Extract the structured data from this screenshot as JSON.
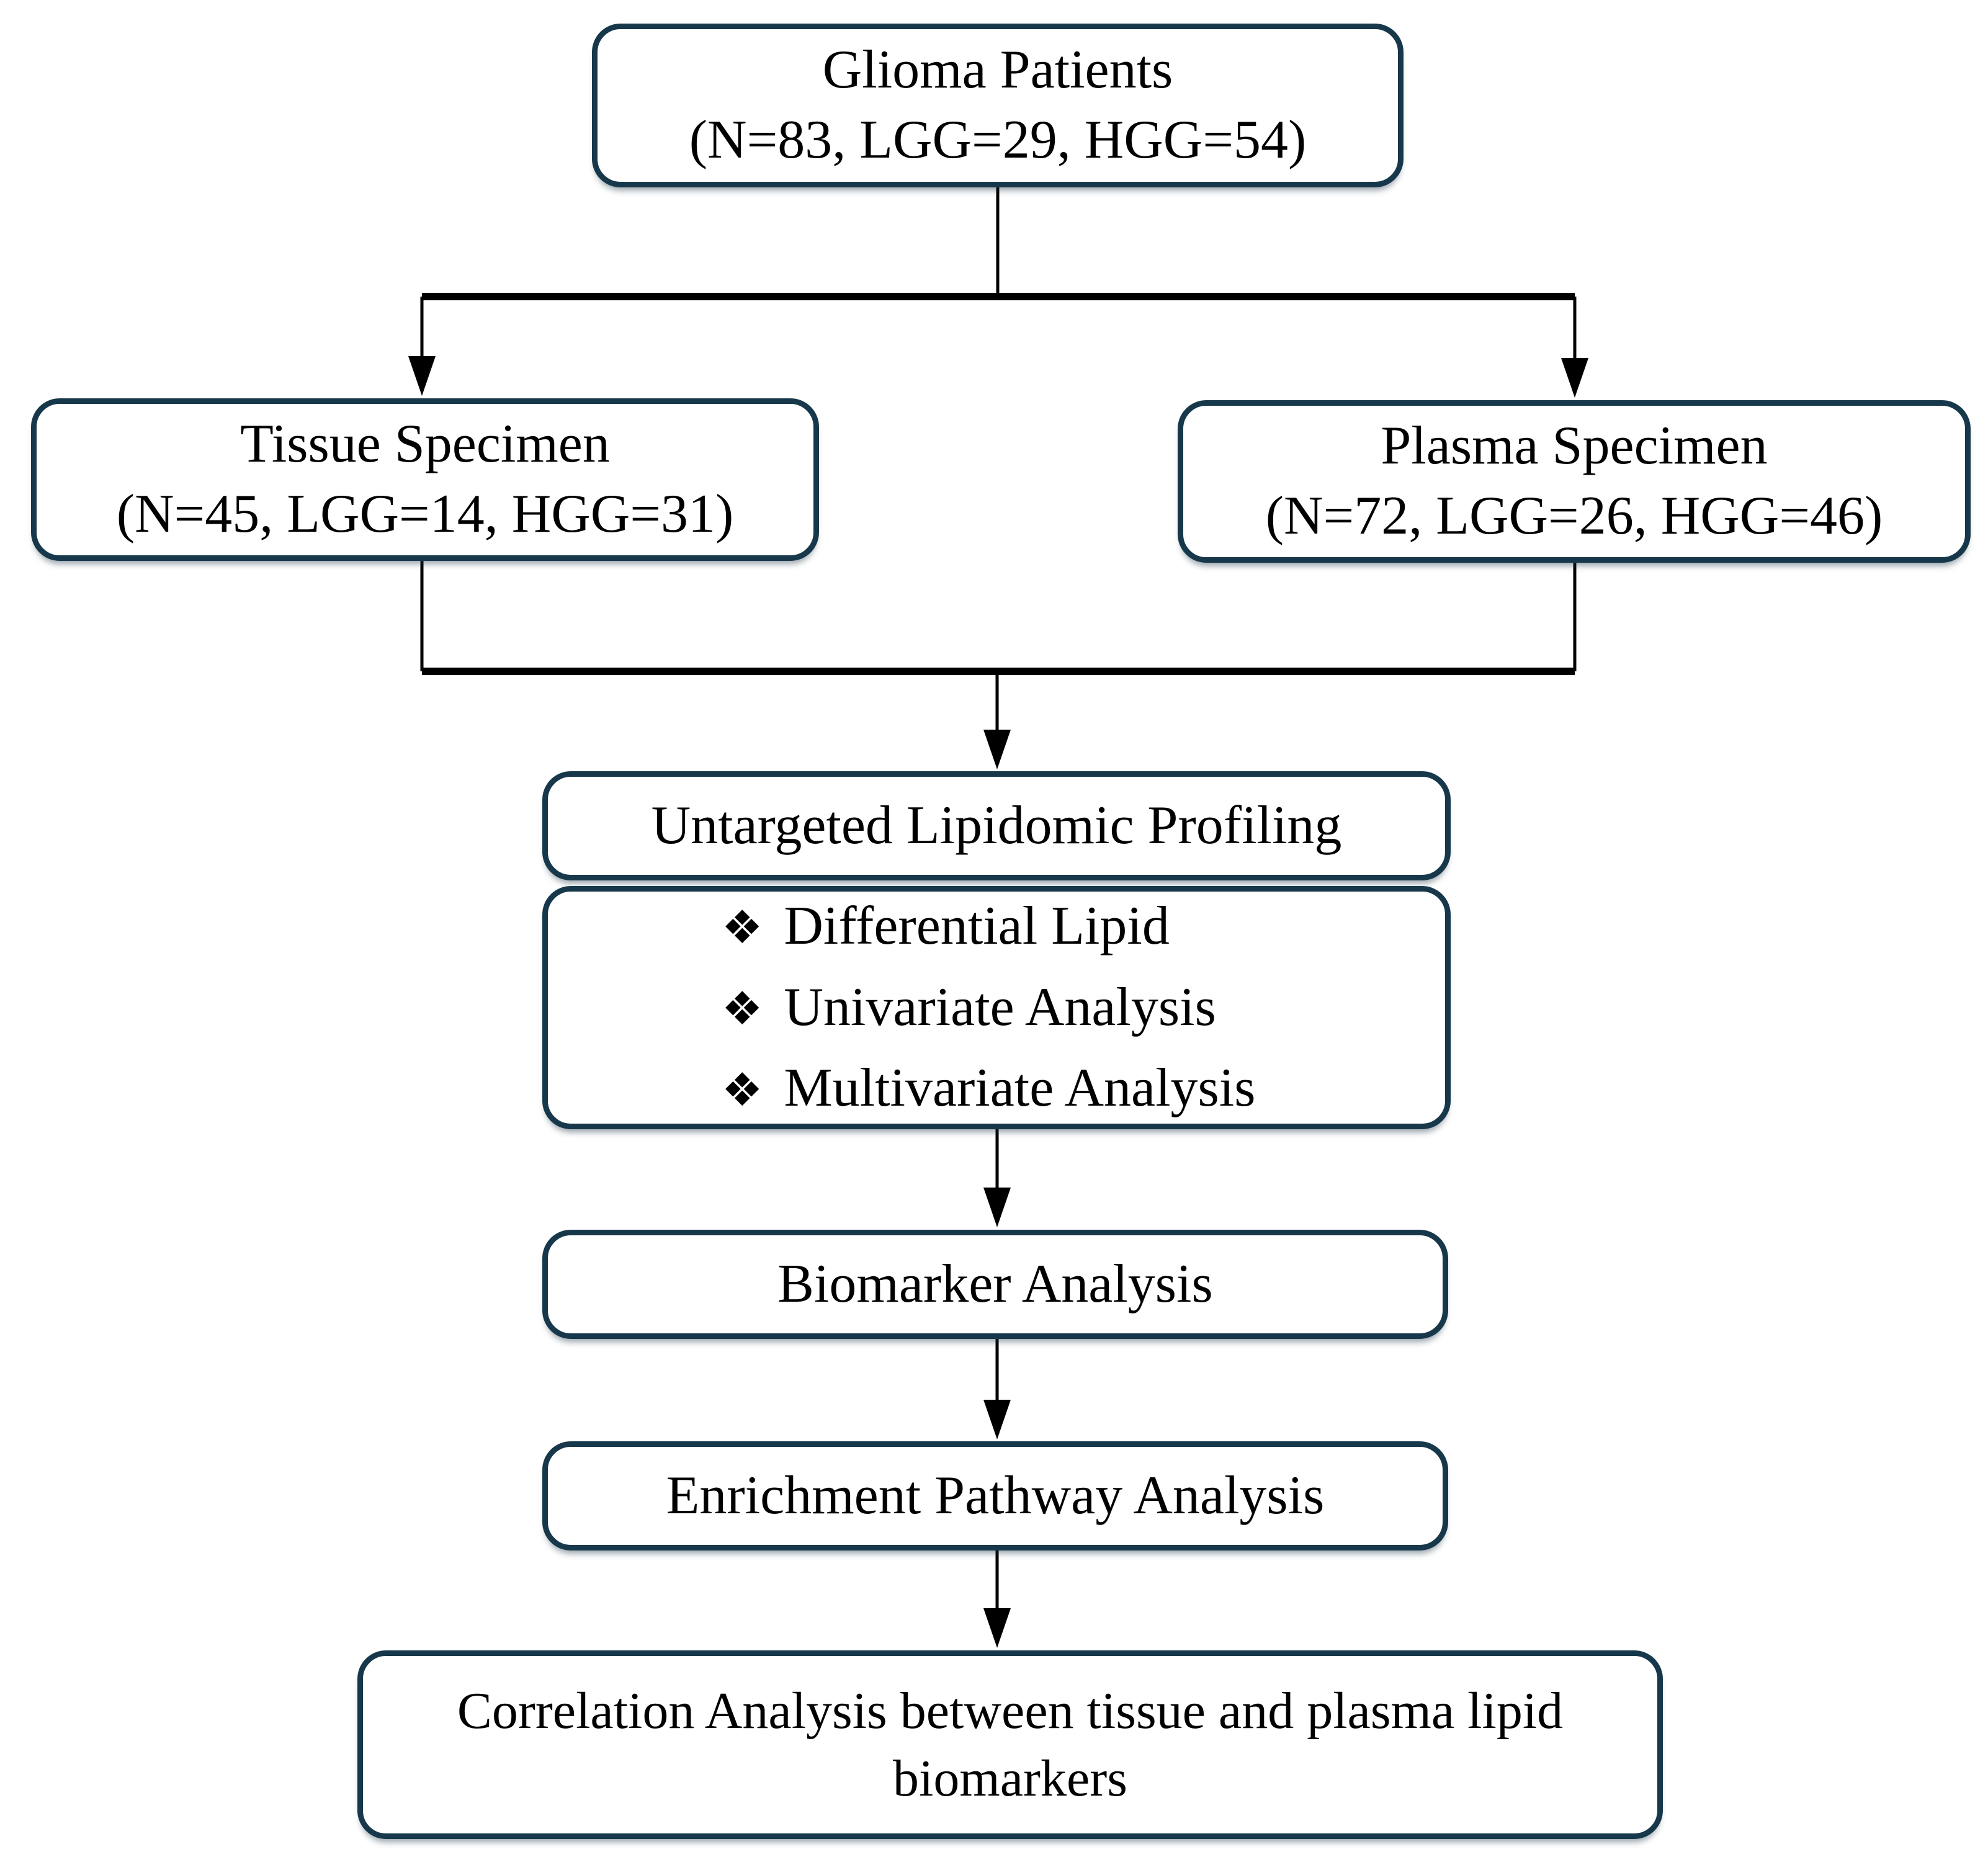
{
  "flowchart": {
    "glioma": {
      "line1": "Glioma Patients",
      "line2": "(N=83, LGG=29, HGG=54)"
    },
    "tissue": {
      "line1": "Tissue Specimen",
      "line2": "(N=45, LGG=14, HGG=31)"
    },
    "plasma": {
      "line1": "Plasma Specimen",
      "line2": "(N=72, LGG=26, HGG=46)"
    },
    "profiling": {
      "label": "Untargeted Lipidomic Profiling"
    },
    "analyses": {
      "bullet_glyph": "❖",
      "items": [
        "Differential Lipid",
        "Univariate Analysis",
        "Multivariate Analysis"
      ]
    },
    "biomarker": {
      "label": "Biomarker Analysis"
    },
    "enrichment": {
      "label": "Enrichment Pathway Analysis"
    },
    "correlation": {
      "line1": "Correlation Analysis between tissue and plasma lipid",
      "line2": "biomarkers"
    },
    "colors": {
      "box_border": "#17384a",
      "box_fill": "#ffffff",
      "connector": "#000000",
      "text": "#000000",
      "background": "#ffffff"
    }
  }
}
